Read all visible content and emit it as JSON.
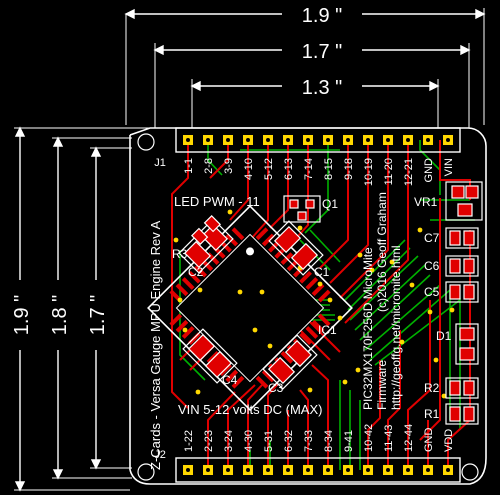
{
  "dimensions": {
    "top": [
      "1.9 \"",
      "1.7 \"",
      "1.3 \""
    ],
    "left": [
      "1.9 \"",
      "1.8 \"",
      "1.7 \""
    ]
  },
  "board": {
    "title": "Z-Cards - Versa Gauge MPU Engine Rev A",
    "j1": "J1",
    "j2": "J2",
    "j1_pins": [
      "1-1",
      "2-8",
      "3-9",
      "4-10",
      "5-12",
      "6-13",
      "7-14",
      "8-15",
      "9-18",
      "10-19",
      "11-20",
      "12-21",
      "GND",
      "VIN"
    ],
    "j2_pins": [
      "1-22",
      "2-23",
      "3-24",
      "4-30",
      "5-31",
      "6-32",
      "7-33",
      "8-34",
      "9-41",
      "10-42",
      "11-43",
      "12-44",
      "GND",
      "VDD"
    ],
    "led_label": "LED PWM - 11",
    "vin_label": "VIN 5-12 volts DC (MAX)",
    "mcu_label": "PIC32MX170F256D MicroMite",
    "copyright": "(c)2016 Geoff Graham",
    "firmware": "Firmware",
    "url": "http://geoffg.net/micromite.html",
    "components": {
      "q1": "Q1",
      "ic1": "IC1",
      "vr1": "VR1",
      "c1": "C1",
      "c2": "C2",
      "c3": "C3",
      "c4": "C4",
      "c5": "C5",
      "c6": "C6",
      "c7": "C7",
      "r1": "R1",
      "r2": "R2",
      "r3": "R3",
      "d1": "D1"
    }
  },
  "colors": {
    "background": "#000000",
    "silkscreen": "#ffffff",
    "copper": "#e00000",
    "trace_green": "#00b000",
    "pad_yellow": "#ffd800"
  }
}
